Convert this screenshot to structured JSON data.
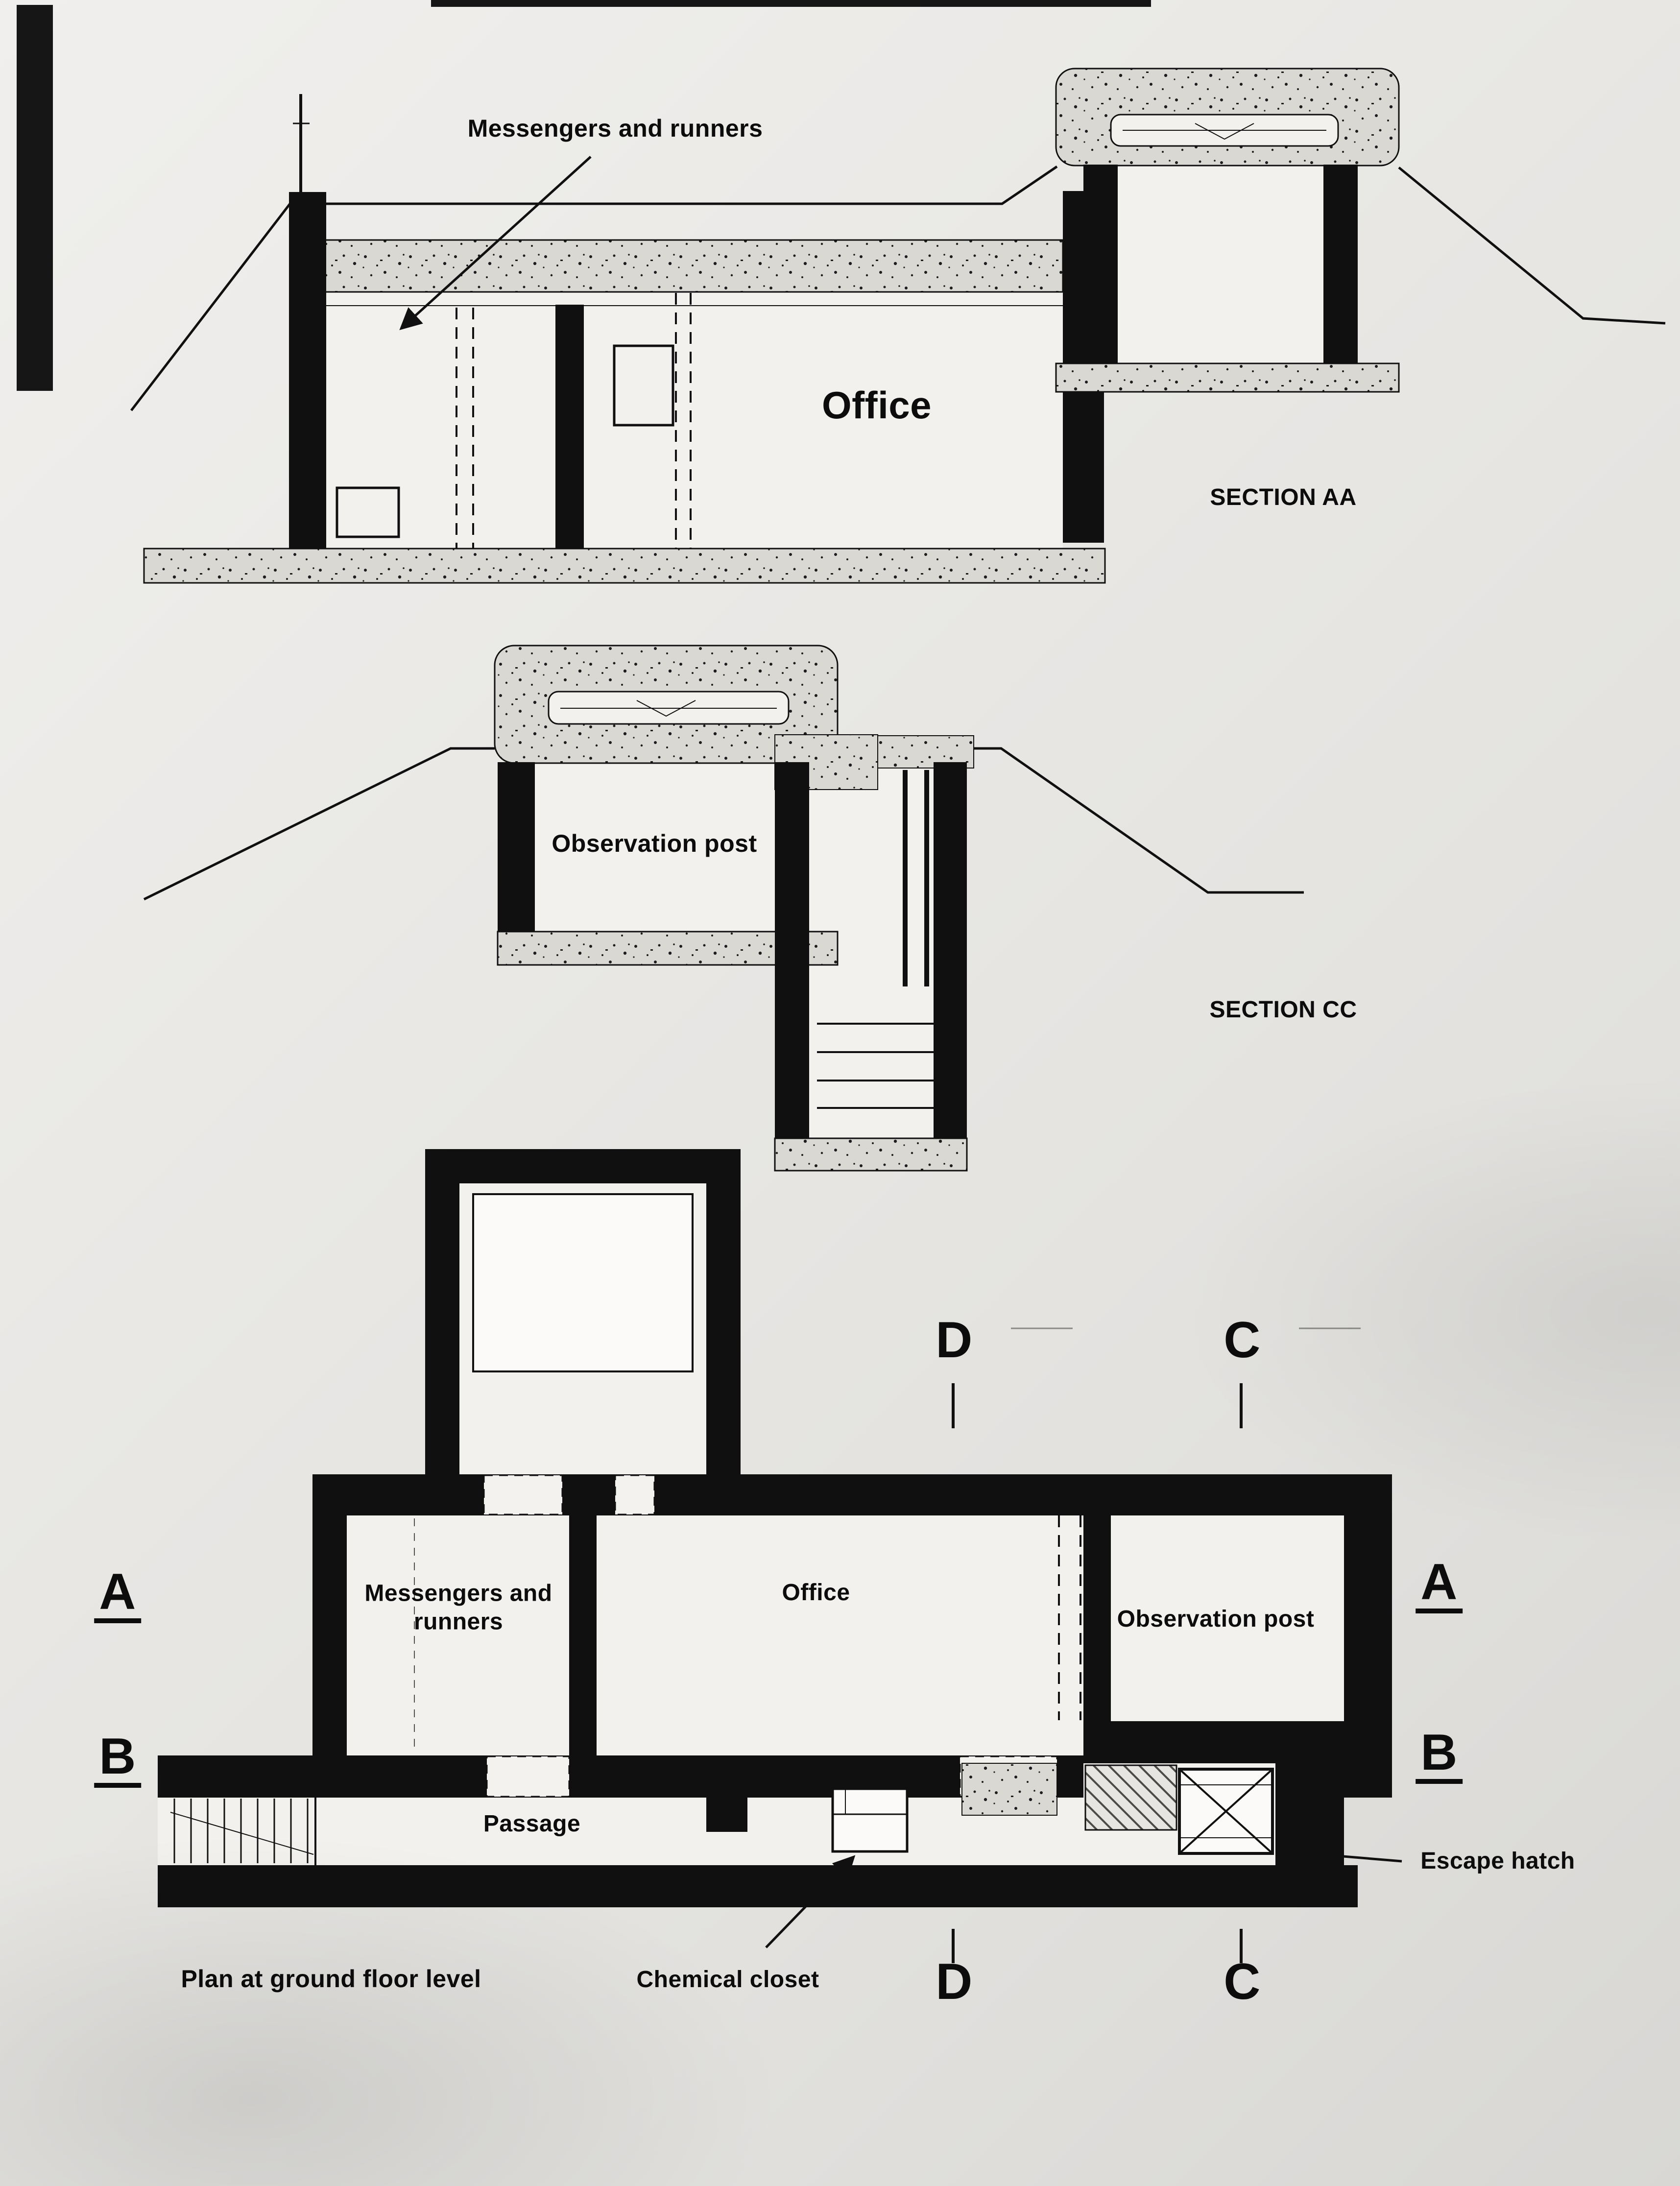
{
  "labels": {
    "section_aa": {
      "messengers": "Messengers and runners",
      "office": "Office",
      "caption": "SECTION AA"
    },
    "section_cc": {
      "observation": "Observation post",
      "caption": "SECTION CC"
    },
    "plan": {
      "messengers": "Messengers and runners",
      "office": "Office",
      "observation": "Observation post",
      "passage": "Passage",
      "escape_hatch": "Escape hatch",
      "chemical_closet": "Chemical closet",
      "caption": "Plan at ground floor level",
      "markers": {
        "a": "A",
        "b": "B",
        "c": "C",
        "d": "D"
      }
    }
  },
  "colors": {
    "paper": "#e9e8e5",
    "ink": "#101010",
    "concrete": "#d9d8d3"
  }
}
